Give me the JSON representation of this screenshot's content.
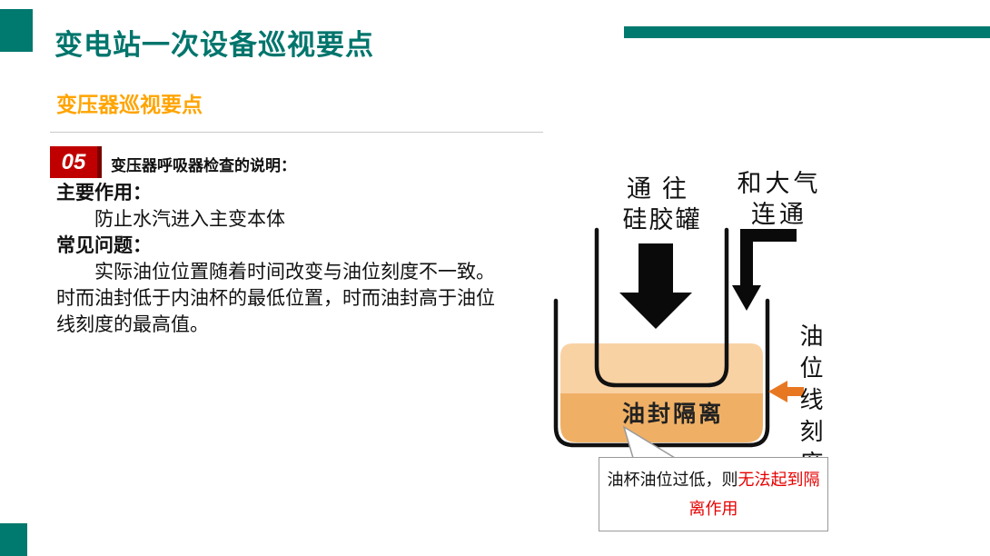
{
  "colors": {
    "teal": "#00796E",
    "title_teal": "#00756C",
    "subtitle_orange": "#FFA400",
    "badge_red": "#C00000",
    "callout_red": "#E60000",
    "oil_light": "#F9D2A4",
    "oil_dark": "#EFB066",
    "oil_arrow_orange": "#E87722"
  },
  "header": {
    "title": "变电站一次设备巡视要点",
    "subtitle": "变压器巡视要点"
  },
  "section": {
    "badge_number": "05",
    "heading": "变压器呼吸器检查的说明："
  },
  "content": {
    "main_label": "主要作用：",
    "main_text": "防止水汽进入主变本体",
    "issue_label": "常见问题：",
    "issue_text": "实际油位位置随着时间改变与油位刻度不一致。时而油封低于内油杯的最低位置，时而油封高于油位线刻度的最高值。"
  },
  "diagram": {
    "silica_line1": "通往",
    "silica_line2": "硅胶罐",
    "air_line1": "和大气",
    "air_line2": "连通",
    "oil_seal_label": "油封隔离",
    "scale_label": "油位线刻度",
    "callout_prefix": "油杯油位过低，则",
    "callout_highlight": "无法起到隔离作用"
  }
}
